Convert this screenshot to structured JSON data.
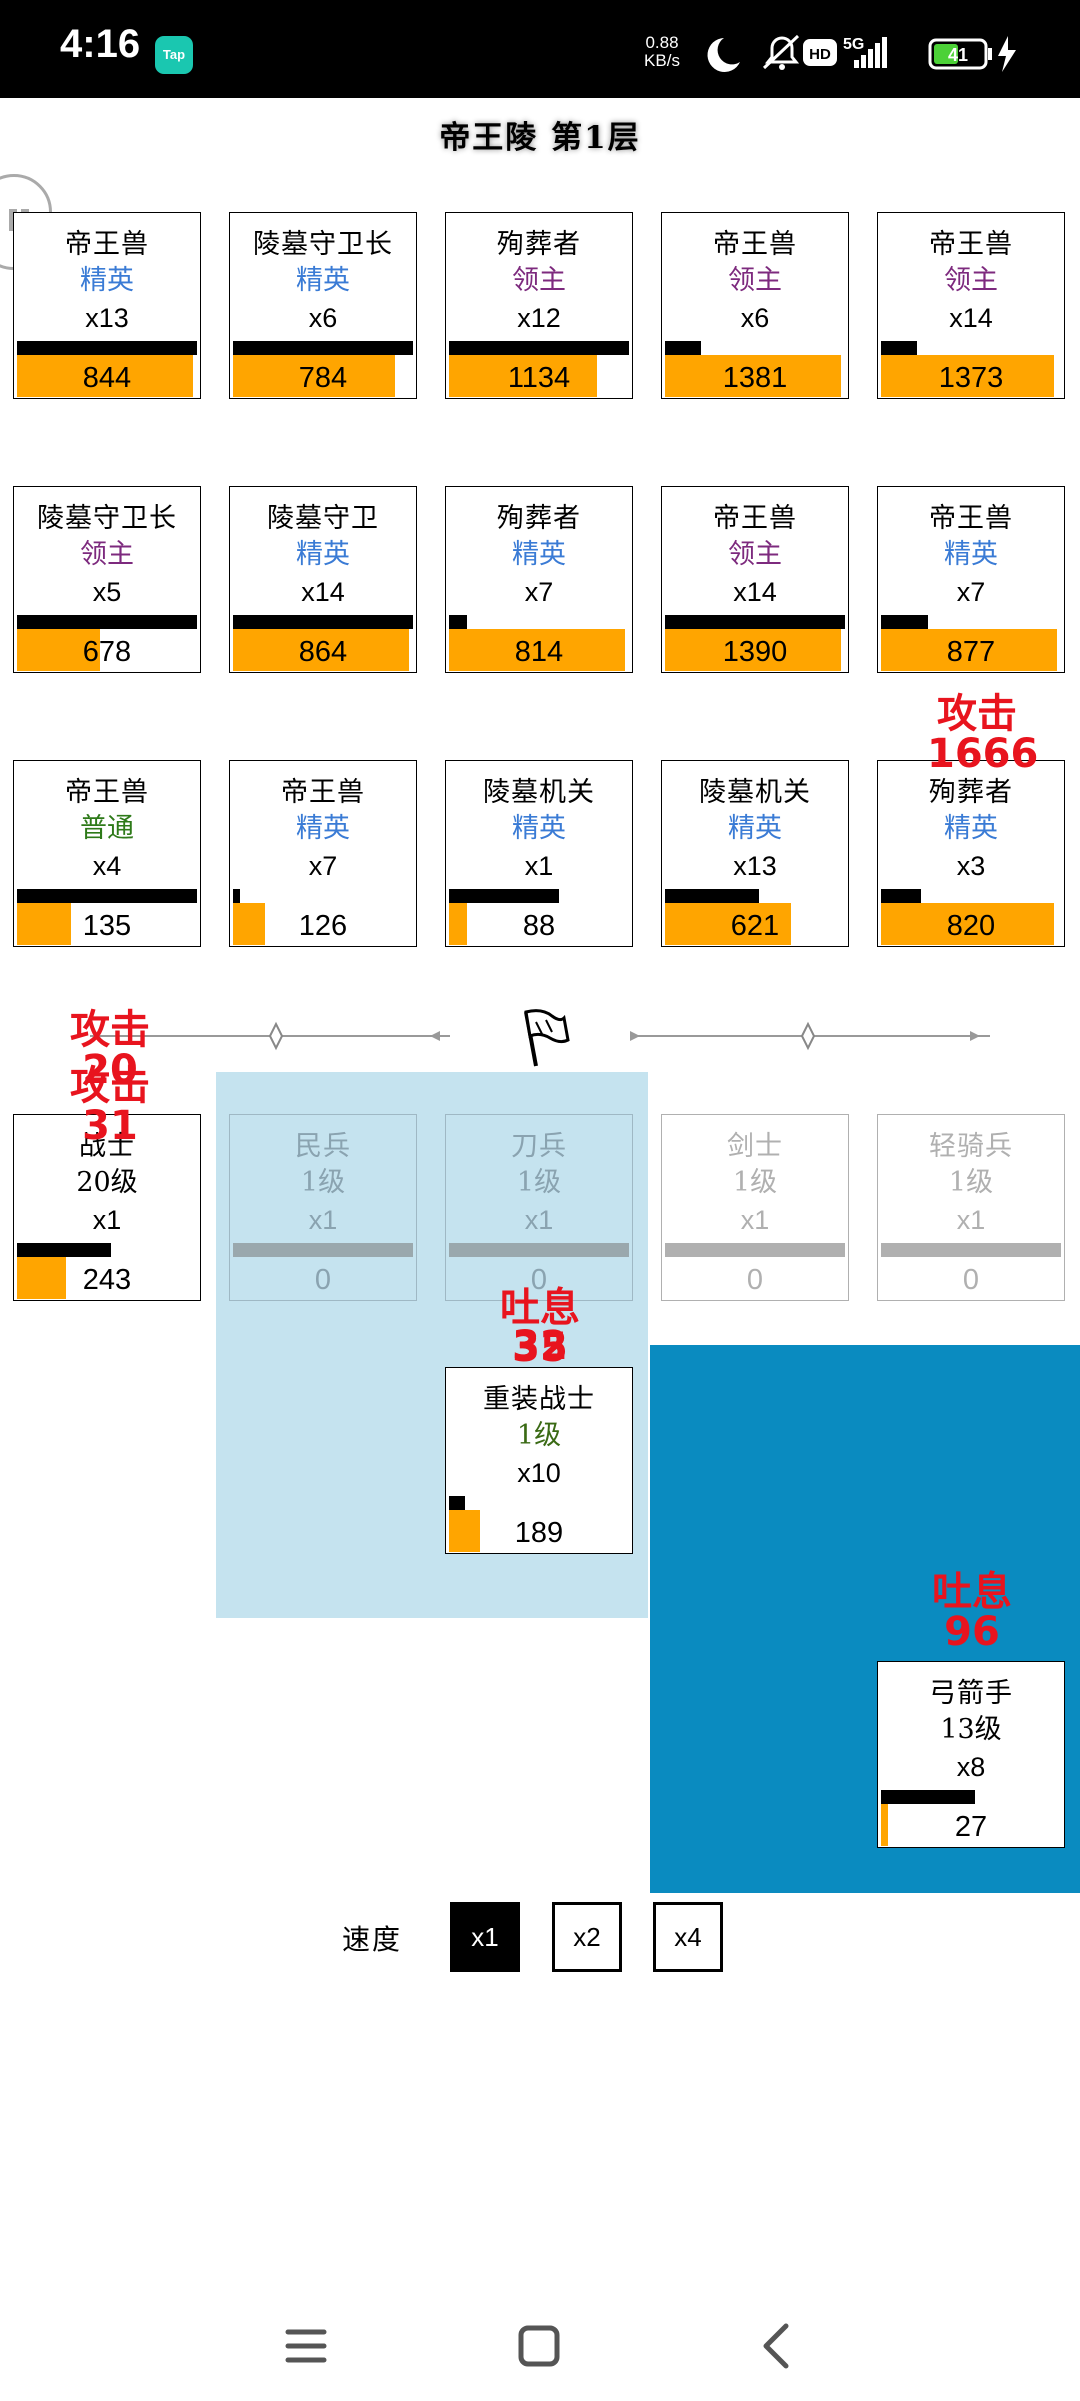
{
  "status": {
    "time": "4:16",
    "tap_badge": "Tap",
    "net_speed_value": "0.88",
    "net_speed_unit": "KB/s",
    "hd": "HD",
    "network": "5G",
    "battery": "41"
  },
  "title": "帝王陵 第1层",
  "enemies": [
    {
      "name": "帝王兽",
      "rank": "精英",
      "rank_type": "elite",
      "count": "x13",
      "hp": "844",
      "black": 1.0,
      "orange": 0.98
    },
    {
      "name": "陵墓守卫长",
      "rank": "精英",
      "rank_type": "elite",
      "count": "x6",
      "hp": "784",
      "black": 1.0,
      "orange": 0.9
    },
    {
      "name": "殉葬者",
      "rank": "领主",
      "rank_type": "lord",
      "count": "x12",
      "hp": "1134",
      "black": 1.0,
      "orange": 0.82
    },
    {
      "name": "帝王兽",
      "rank": "领主",
      "rank_type": "lord",
      "count": "x6",
      "hp": "1381",
      "black": 0.2,
      "orange": 0.98
    },
    {
      "name": "帝王兽",
      "rank": "领主",
      "rank_type": "lord",
      "count": "x14",
      "hp": "1373",
      "black": 0.2,
      "orange": 0.96
    },
    {
      "name": "陵墓守卫长",
      "rank": "领主",
      "rank_type": "lord",
      "count": "x5",
      "hp": "678",
      "black": 1.0,
      "orange": 0.46
    },
    {
      "name": "陵墓守卫",
      "rank": "精英",
      "rank_type": "elite",
      "count": "x14",
      "hp": "864",
      "black": 1.0,
      "orange": 0.98
    },
    {
      "name": "殉葬者",
      "rank": "精英",
      "rank_type": "elite",
      "count": "x7",
      "hp": "814",
      "black": 0.1,
      "orange": 0.98
    },
    {
      "name": "帝王兽",
      "rank": "领主",
      "rank_type": "lord",
      "count": "x14",
      "hp": "1390",
      "black": 1.0,
      "orange": 0.98
    },
    {
      "name": "帝王兽",
      "rank": "精英",
      "rank_type": "elite",
      "count": "x7",
      "hp": "877",
      "black": 0.26,
      "orange": 0.98
    },
    {
      "name": "帝王兽",
      "rank": "普通",
      "rank_type": "normal",
      "count": "x4",
      "hp": "135",
      "black": 1.0,
      "orange": 0.3
    },
    {
      "name": "帝王兽",
      "rank": "精英",
      "rank_type": "elite",
      "count": "x7",
      "hp": "126",
      "black": 0.04,
      "orange": 0.18
    },
    {
      "name": "陵墓机关",
      "rank": "精英",
      "rank_type": "elite",
      "count": "x1",
      "hp": "88",
      "black": 0.61,
      "orange": 0.1
    },
    {
      "name": "陵墓机关",
      "rank": "精英",
      "rank_type": "elite",
      "count": "x13",
      "hp": "621",
      "black": 0.52,
      "orange": 0.7
    },
    {
      "name": "殉葬者",
      "rank": "精英",
      "rank_type": "elite",
      "count": "x3",
      "hp": "820",
      "black": 0.22,
      "orange": 0.96
    }
  ],
  "allies": [
    {
      "name": "战士",
      "level": "20级",
      "count": "x1",
      "hp": "243",
      "black": 0.52,
      "orange": 0.27,
      "active": true
    },
    {
      "name": "民兵",
      "level": "1级",
      "count": "x1",
      "hp": "0",
      "black": 1.0,
      "orange": 0,
      "active": false
    },
    {
      "name": "刀兵",
      "level": "1级",
      "count": "x1",
      "hp": "0",
      "black": 1.0,
      "orange": 0,
      "active": false
    },
    {
      "name": "剑士",
      "level": "1级",
      "count": "x1",
      "hp": "0",
      "black": 1.0,
      "orange": 0,
      "active": false
    },
    {
      "name": "轻骑兵",
      "level": "1级",
      "count": "x1",
      "hp": "0",
      "black": 1.0,
      "orange": 0,
      "active": false
    },
    {
      "name": "重装战士",
      "level": "1级",
      "count": "x10",
      "hp": "189",
      "black": 0.09,
      "orange": 0.17,
      "active": true
    },
    {
      "name": "弓箭手",
      "level": "13级",
      "count": "x8",
      "hp": "27",
      "black": 0.52,
      "orange": 0.04,
      "active": true
    }
  ],
  "floating_texts": {
    "enemy_attack_label": "攻击",
    "enemy_attack_value": "1666",
    "warrior_attack1_label": "攻击",
    "warrior_attack1_value": "20",
    "warrior_attack2_label": "攻击",
    "warrior_attack2_value": "31",
    "heavy_breath1_label": "吐息",
    "heavy_breath1_value": "35",
    "heavy_breath2_value": "32",
    "archer_breath_label": "吐息",
    "archer_breath_value": "96"
  },
  "speed": {
    "label": "速度",
    "options": [
      "x1",
      "x2",
      "x4"
    ],
    "selected": "x1"
  },
  "colors": {
    "hp_orange": "#ffa500",
    "elite": "#3a7bd5",
    "lord": "#7d2a7e",
    "normal": "#2e7a19",
    "damage": "#e8141e",
    "zone_light": "#c5e3ef",
    "zone_dark": "#0a8bc0"
  }
}
